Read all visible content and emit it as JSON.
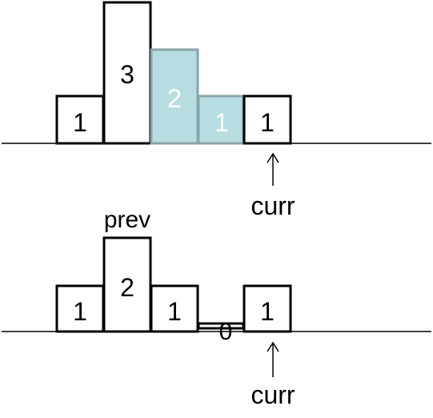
{
  "top_panel": {
    "bars": [
      {
        "value": "1",
        "highlight": false
      },
      {
        "value": "3",
        "highlight": false
      },
      {
        "value": "2",
        "highlight": true
      },
      {
        "value": "1",
        "highlight": true
      },
      {
        "value": "1",
        "highlight": false
      }
    ],
    "pointer_label": "curr"
  },
  "bottom_panel": {
    "bars": [
      {
        "value": "1"
      },
      {
        "value": "2"
      },
      {
        "value": "1"
      },
      {
        "value": "0"
      },
      {
        "value": "1"
      }
    ],
    "prev_label": "prev",
    "pointer_label": "curr"
  },
  "colors": {
    "bar_fill": "#ffffff",
    "bar_stroke": "#000000",
    "highlight_fill": "#b7dde2",
    "highlight_stroke": "#8aa3a8",
    "highlight_text": "#ffffff"
  }
}
